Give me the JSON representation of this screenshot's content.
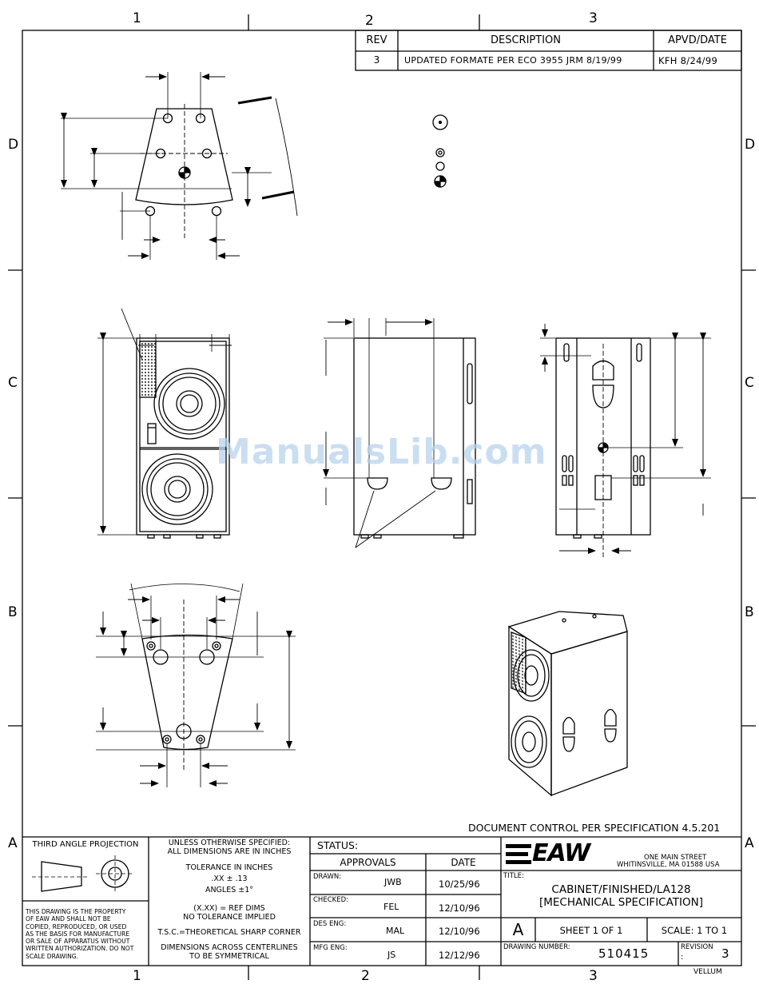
{
  "zones": {
    "top": [
      "1",
      "2",
      "3"
    ],
    "bottom": [
      "1",
      "2",
      "3"
    ],
    "left": [
      "D",
      "C",
      "B",
      "A"
    ],
    "right": [
      "D",
      "C",
      "B",
      "A"
    ]
  },
  "revision_block": {
    "headers": {
      "rev": "REV",
      "description": "DESCRIPTION",
      "apvd": "APVD/DATE"
    },
    "row": {
      "rev": "3",
      "description": "UPDATED FORMATE PER ECO 3955 JRM 8/19/99",
      "apvd": "KFH 8/24/99"
    }
  },
  "doc_control": "DOCUMENT CONTROL PER SPECIFICATION 4.5.201",
  "projection": {
    "title": "THIRD ANGLE PROJECTION",
    "property_notice": [
      "THIS DRAWING IS THE PROPERTY",
      "OF EAW AND SHALL NOT BE",
      "COPIED, REPRODUCED, OR USED",
      "AS THE BASIS FOR MANUFACTURE",
      "OR SALE OF APPARATUS WITHOUT",
      "WRITTEN AUTHORIZATION.  DO NOT",
      "SCALE DRAWING."
    ]
  },
  "tolerances": {
    "line1": "UNLESS OTHERWISE SPECIFIED:",
    "line2": "ALL DIMENSIONS ARE IN INCHES",
    "tol_title": "TOLERANCE IN INCHES",
    "tol_xx": ".XX ± .13",
    "angles": "ANGLES ±1°",
    "ref1": "(X.XX) = REF DIMS",
    "ref2": "NO TOLERANCE IMPLIED",
    "tsc": "T.S.C.=THEORETICAL SHARP CORNER",
    "sym1": "DIMENSIONS ACROSS CENTERLINES",
    "sym2": "TO BE SYMMETRICAL"
  },
  "status": {
    "label": "STATUS:",
    "approvals_label": "APPROVALS",
    "date_label": "DATE",
    "rows": [
      {
        "role": "DRAWN:",
        "name": "JWB",
        "date": "10/25/96"
      },
      {
        "role": "CHECKED:",
        "name": "FEL",
        "date": "12/10/96"
      },
      {
        "role": "DES ENG:",
        "name": "MAL",
        "date": "12/10/96"
      },
      {
        "role": "MFG ENG:",
        "name": "JS",
        "date": "12/12/96"
      }
    ]
  },
  "company": {
    "logo": "EAW",
    "address1": "ONE MAIN STREET",
    "address2": "WHITINSVILLE, MA   01588   USA"
  },
  "title_block": {
    "title_label": "TITLE:",
    "title1": "CABINET/FINISHED/LA128",
    "title2": "[MECHANICAL SPECIFICATION]",
    "size": "A",
    "sheet": "SHEET  1  OF  1",
    "scale": "SCALE:  1  TO  1",
    "drawing_number_label": "DRAWING NUMBER:",
    "drawing_number": "510415",
    "revision_label": "REVISION",
    "revision_colon": ":",
    "revision": "3",
    "paper": "VELLUM"
  },
  "watermark": "ManualsLib.com",
  "colors": {
    "ink": "#000000",
    "watermark": "#b9d3ee",
    "hatch": "#555555"
  }
}
